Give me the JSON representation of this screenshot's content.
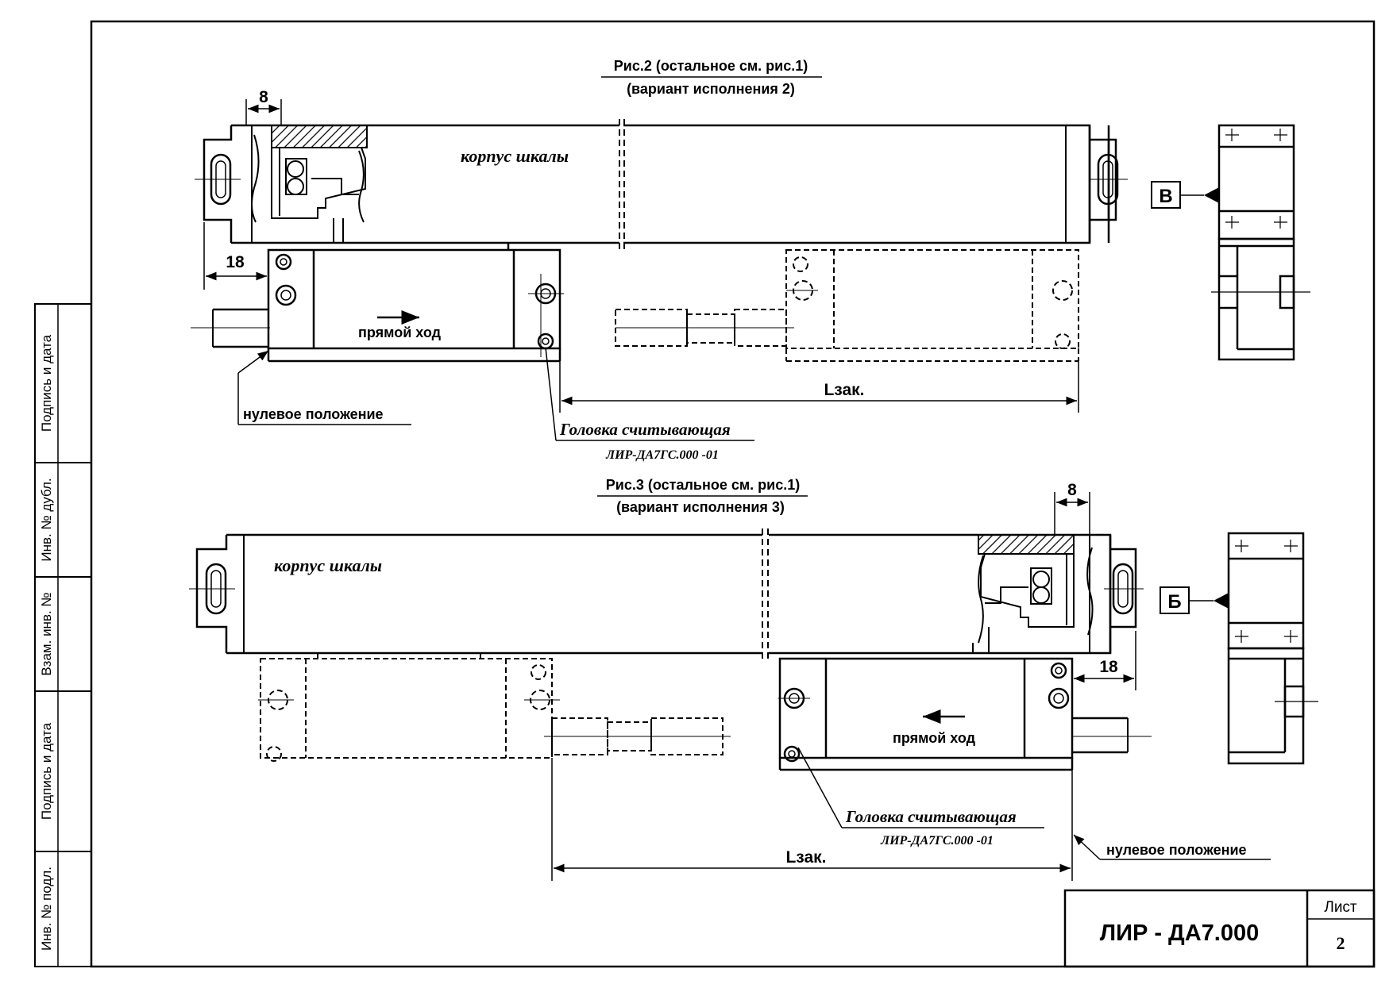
{
  "sheet": {
    "doc_code": "ЛИР - ДА7.000",
    "sheet_label": "Лист",
    "sheet_number": "2",
    "side_stamp": [
      "Подпись и дата",
      "Инв. № дубл.",
      "Взам. инв. №",
      "Подпись и дата",
      "Инв. № подл."
    ]
  },
  "fig2": {
    "title": "Рис.2 (остальное см. рис.1)",
    "subtitle": "(вариант исполнения 2)",
    "dim_top": "8",
    "dim_left": "18",
    "body_label": "корпус шкалы",
    "direction_label": "прямой  ход",
    "zero_label": "нулевое положение",
    "head_label": "Головка считывающая",
    "head_code": "ЛИР-ДА7ГС.000 -01",
    "length_label": "Lзак.",
    "view_letter": "В"
  },
  "fig3": {
    "title": "Рис.3 (остальное см. рис.1)",
    "subtitle": "(вариант исполнения 3)",
    "dim_top": "8",
    "dim_right": "18",
    "body_label": "корпус шкалы",
    "direction_label": "прямой  ход",
    "zero_label": "нулевое положение",
    "head_label": "Головка считывающая",
    "head_code": "ЛИР-ДА7ГС.000 -01",
    "length_label": "Lзак.",
    "view_letter": "Б"
  }
}
